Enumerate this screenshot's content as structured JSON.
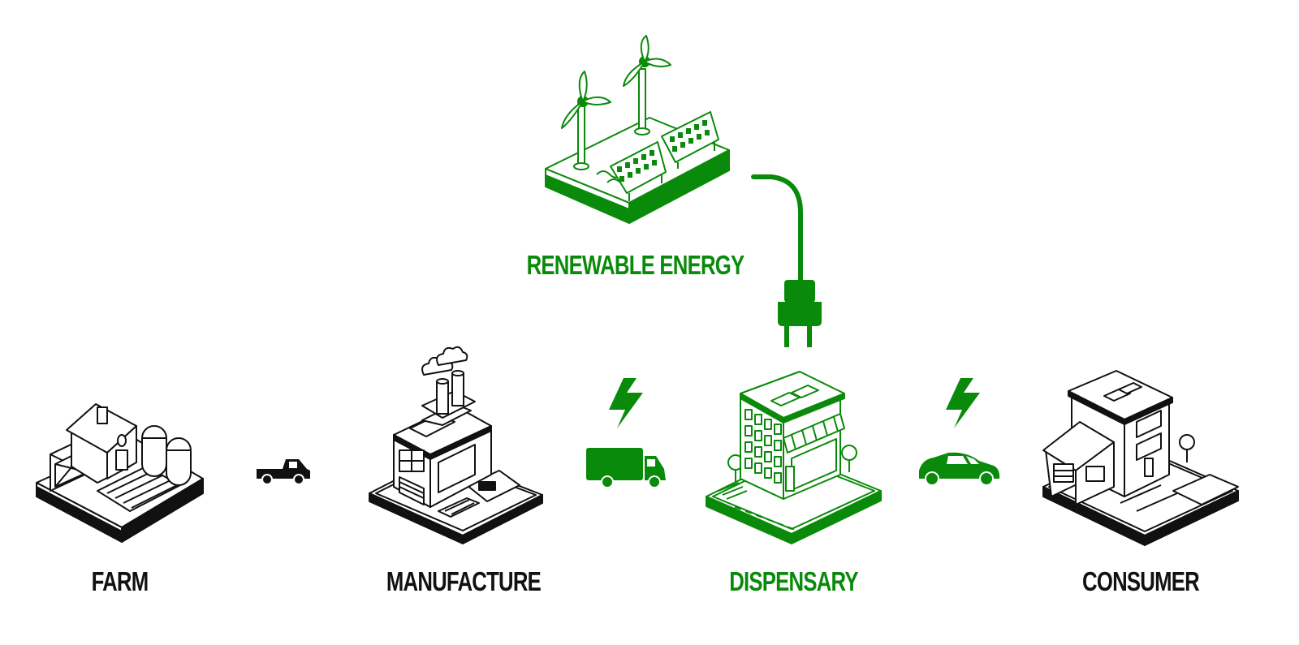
{
  "nodes": {
    "renewable": {
      "label": "RENEWABLE ENERGY",
      "color": "#0a8a0a",
      "icon": "wind-solar-farm-icon"
    },
    "farm": {
      "label": "FARM",
      "color": "#111111",
      "icon": "farm-icon"
    },
    "manufacture": {
      "label": "MANUFACTURE",
      "color": "#111111",
      "icon": "factory-icon"
    },
    "dispensary": {
      "label": "DISPENSARY",
      "color": "#0a8a0a",
      "icon": "dispensary-building-icon"
    },
    "consumer": {
      "label": "CONSUMER",
      "color": "#111111",
      "icon": "house-icon"
    }
  },
  "connectors": {
    "farm_to_manufacture": {
      "icon": "pickup-truck-icon",
      "color": "#111111"
    },
    "manufacture_to_dispensary": {
      "icons": [
        "lightning-bolt-icon",
        "delivery-truck-icon"
      ],
      "color": "#0a8a0a"
    },
    "dispensary_to_consumer": {
      "icons": [
        "lightning-bolt-icon",
        "electric-car-icon"
      ],
      "color": "#0a8a0a"
    },
    "renewable_to_dispensary": {
      "icon": "power-plug-icon",
      "color": "#0a8a0a"
    }
  },
  "colors": {
    "accent": "#0a8a0a",
    "ink": "#111111",
    "background": "#ffffff"
  }
}
